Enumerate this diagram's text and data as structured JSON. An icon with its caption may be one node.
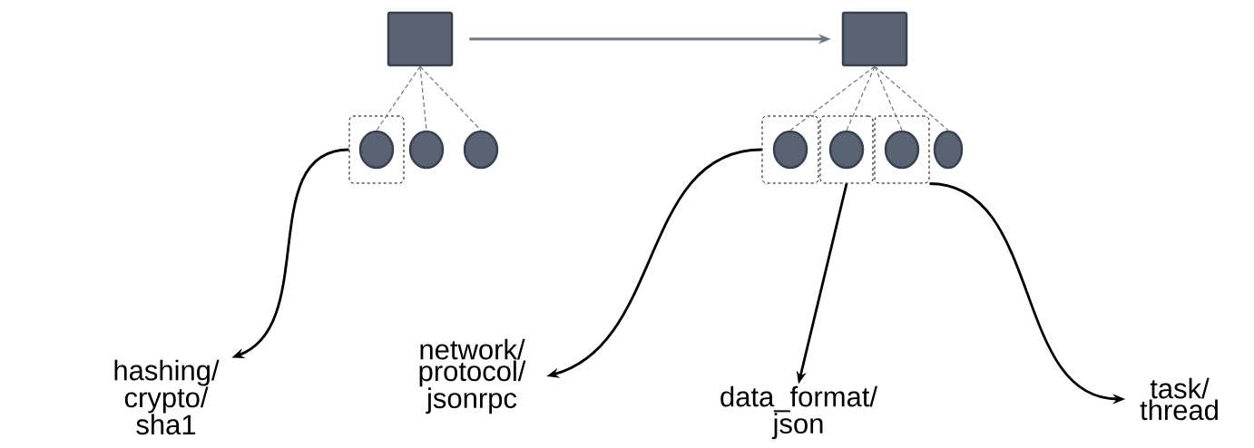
{
  "diagram": {
    "nodes": [
      {
        "text": [],
        "shape": "box"
      },
      {
        "text": [],
        "shape": "box"
      },
      {
        "text": [],
        "shape": "box"
      },
      {
        "text": [],
        "shape": "circle",
        "in": 2
      },
      {
        "text": [],
        "shape": "circle"
      },
      {
        "text": [],
        "shape": "circle"
      },
      {
        "text": [],
        "shape": "box"
      },
      {
        "text": [],
        "shape": "box"
      },
      {
        "text": [],
        "shape": "box"
      },
      {
        "text": [],
        "shape": "circle",
        "in": 6
      },
      {
        "text": [],
        "shape": "circle",
        "in": 7
      },
      {
        "text": [],
        "shape": "circle",
        "in": 8
      },
      {
        "text": [],
        "shape": "circle"
      },
      {
        "text": [
          "hashing/ crypto/ sha1"
        ]
      },
      {
        "text": [
          "network/ protocol/ jsonrpc"
        ]
      },
      {
        "text": [
          "data_format/ json"
        ]
      },
      {
        "text": [
          "task/ thread"
        ]
      }
    ],
    "edges": [
      {
        "from": 0,
        "to": 1,
        "arrow": "to"
      },
      {
        "from": 0,
        "to": 3,
        "arrow": "none",
        "style": "dashed"
      },
      {
        "from": 0,
        "to": 4,
        "arrow": "none",
        "style": "dashed"
      },
      {
        "from": 0,
        "to": 5,
        "arrow": "none",
        "style": "dashed"
      },
      {
        "from": 1,
        "to": 9,
        "arrow": "none",
        "style": "dashed"
      },
      {
        "from": 1,
        "to": 10,
        "arrow": "none",
        "style": "dashed"
      },
      {
        "from": 1,
        "to": 11,
        "arrow": "none",
        "style": "dashed"
      },
      {
        "from": 1,
        "to": 12,
        "arrow": "none",
        "style": "dashed"
      },
      {
        "from": 2,
        "to": 13,
        "arrow": "to",
        "color": "#000000"
      },
      {
        "from": 6,
        "to": 14,
        "arrow": "to",
        "color": "#000000"
      },
      {
        "from": 7,
        "to": 15,
        "arrow": "to",
        "color": "#000000"
      },
      {
        "from": 8,
        "to": 16,
        "arrow": "to",
        "color": "#000000"
      }
    ]
  }
}
